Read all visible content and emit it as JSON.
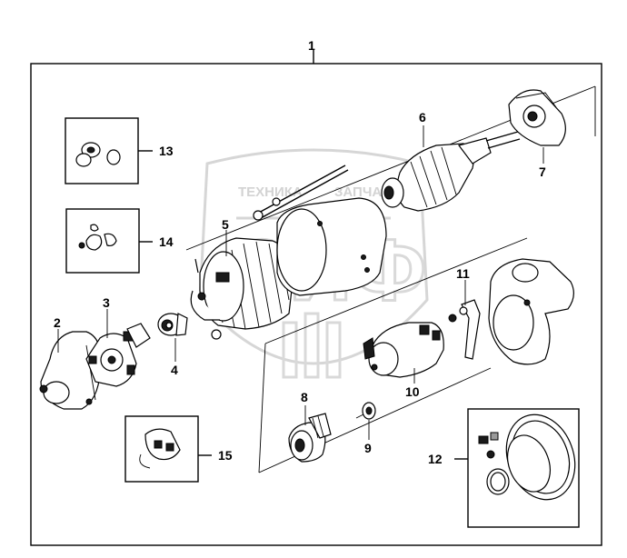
{
  "diagram": {
    "callouts": [
      "1",
      "2",
      "3",
      "4",
      "5",
      "6",
      "7",
      "8",
      "9",
      "10",
      "11",
      "12",
      "13",
      "14",
      "15"
    ]
  },
  "watermark": {
    "left_text": "ТЕХНИКА",
    "right_text": "ЗАПЧАСТИ",
    "logo_letters": "ЗИФ"
  },
  "colors": {
    "line": "#000000",
    "watermark": "#cfcfcf",
    "background": "#ffffff"
  }
}
